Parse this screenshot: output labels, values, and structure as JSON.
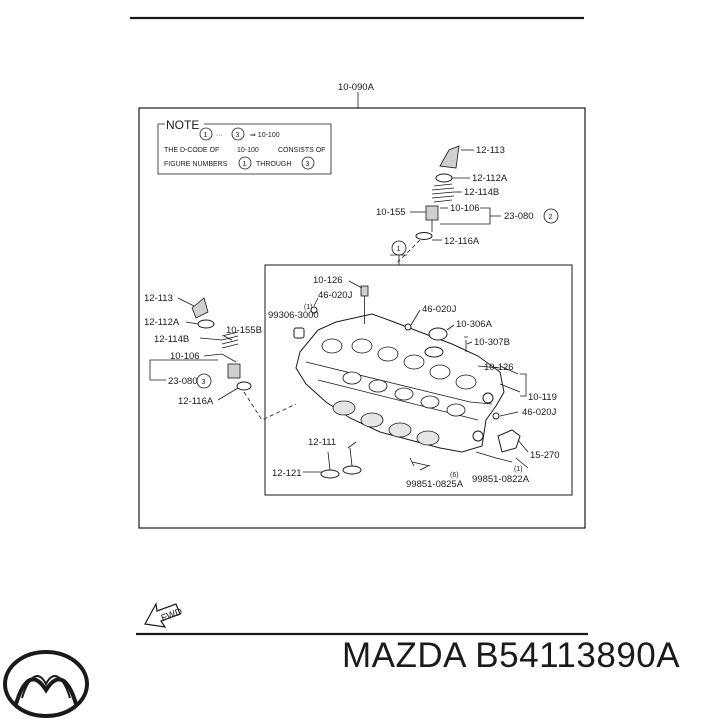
{
  "header": {
    "ref_code": "10-090A"
  },
  "note": {
    "heading": "NOTE",
    "num1": "1",
    "num3": "3",
    "dots": "···",
    "arrow_code": "⇒ 10-100",
    "line2_a": "THE D-CODE OF",
    "line2_code": "10-100",
    "line2_b": "CONSISTS OF",
    "line3_a": "FIGURE NUMBERS",
    "line3_b": "THROUGH"
  },
  "figure_numbers": {
    "upper_assy": "1",
    "c2": "2",
    "c3": "3"
  },
  "labels": {
    "l_12_113_top": "12-113",
    "l_12_112a_top": "12-112A",
    "l_12_114b_top": "12-114B",
    "l_10_106_top": "10-106",
    "l_10_155_top": "10-155",
    "l_23_080_top": "23-080",
    "l_12_116a_top": "12-116A",
    "l_10_126_a": "10-126",
    "l_46_020j_a": "46-020J",
    "l_qty_1a": "(1)",
    "l_99306": "99306-3000",
    "l_46_020j_b": "46-020J",
    "l_10_306a": "10-306A",
    "l_10_307b": "10-307B",
    "l_10_126_b": "10-126",
    "l_10_119": "10-119",
    "l_46_020j_c": "46-020J",
    "l_15_270": "15-270",
    "l_qty_1b": "(1)",
    "l_99851_0822a": "99851-0822A",
    "l_qty_6": "(6)",
    "l_99851_0825a": "99851-0825A",
    "l_12_111": "12-111",
    "l_12_121": "12-121",
    "l_12_113_left": "12-113",
    "l_12_112a_left": "12-112A",
    "l_10_155b": "10-155B",
    "l_12_114b_left": "12-114B",
    "l_10_106_left": "10-106",
    "l_23_080_left": "23-080",
    "l_12_116a_left": "12-116A"
  },
  "fwd_label": "FWD",
  "caption": "MAZDA B54113890A"
}
